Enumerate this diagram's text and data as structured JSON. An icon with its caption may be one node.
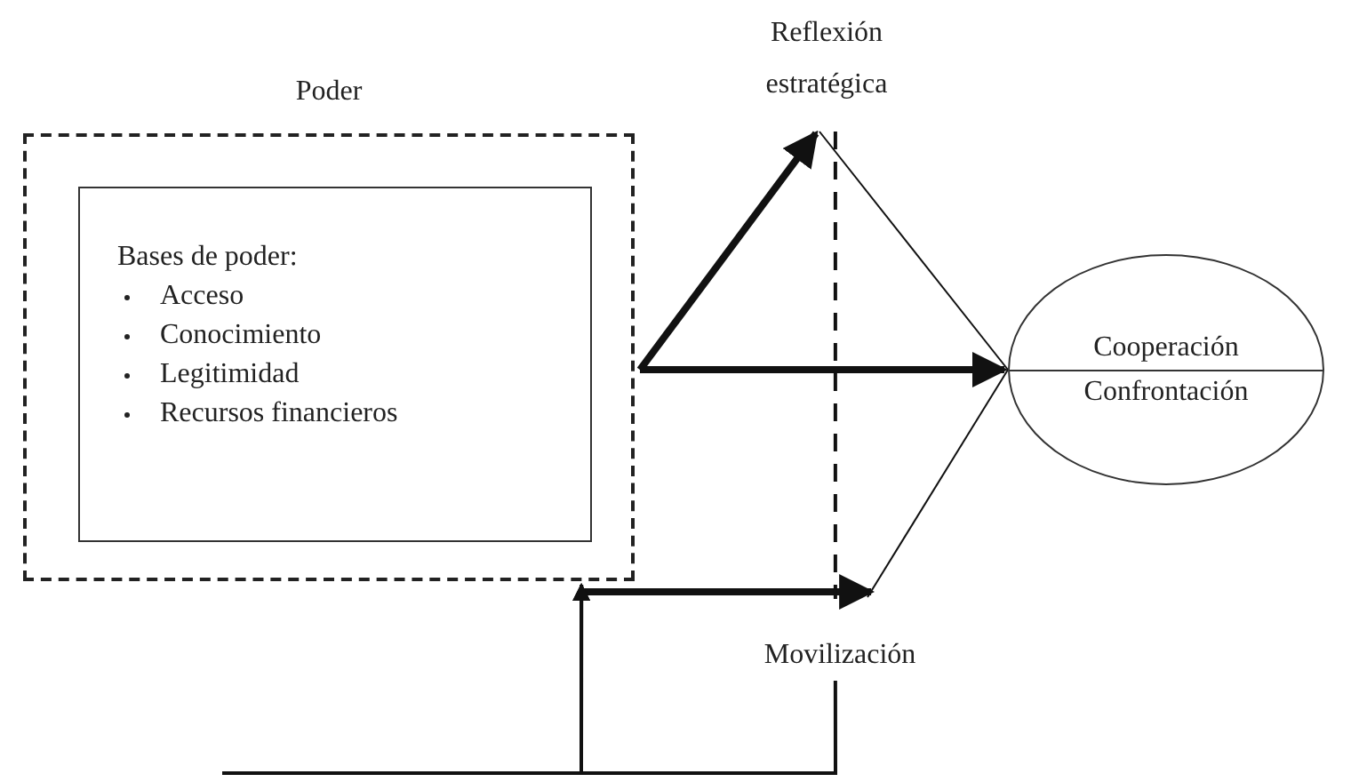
{
  "diagram": {
    "nodes": [
      {
        "text": [
          "Poder"
        ]
      },
      {
        "text": [
          "Bases de poder:",
          "Acceso",
          "Conocimiento",
          "Legitimidad",
          "Recursos financieros"
        ],
        "in": 0
      },
      {
        "text": [
          "Reflexión estratégica"
        ]
      },
      {
        "text": [
          "Cooperación",
          "Confrontación"
        ]
      },
      {
        "text": [
          "Movilización"
        ]
      }
    ],
    "edges": [
      {
        "from": 0,
        "to": 2,
        "arrow": "to",
        "style": "thick"
      },
      {
        "from": 0,
        "to": 3,
        "arrow": "to",
        "style": "thick"
      },
      {
        "from": 2,
        "to": 3,
        "arrow": "none"
      },
      {
        "from": 4,
        "to": 3,
        "arrow": "none"
      },
      {
        "from": 0,
        "to": 4,
        "arrow": "to",
        "style": "thick"
      },
      {
        "from": 2,
        "to": 4,
        "arrow": "none",
        "style": "dashed"
      },
      {
        "from": 4,
        "to": 0,
        "arrow": "to"
      },
      {
        "from": null,
        "to": 0,
        "arrow": "to"
      }
    ]
  }
}
